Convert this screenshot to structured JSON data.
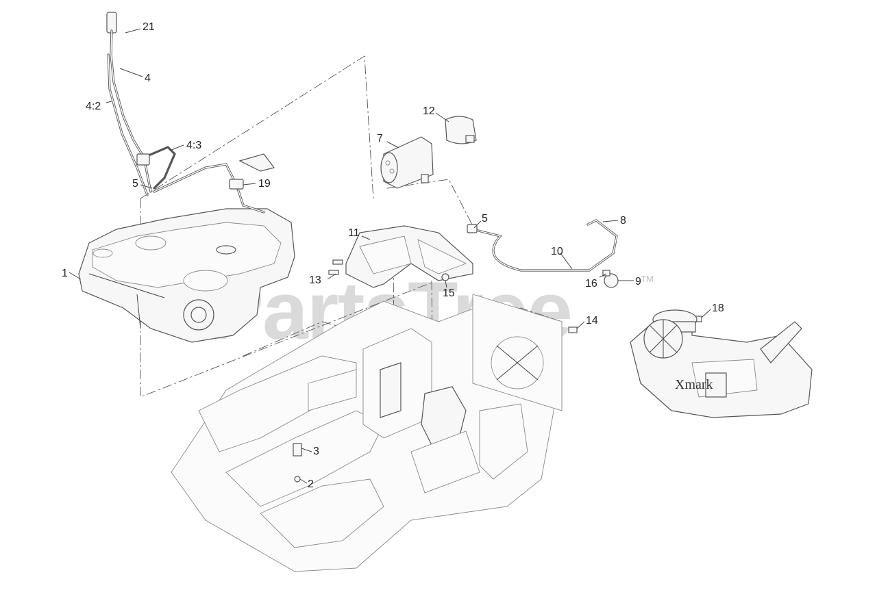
{
  "watermark": {
    "text": "PartsTree",
    "tm": "TM"
  },
  "engine_brand": "Xmark",
  "callouts": [
    {
      "id": "c21",
      "label": "21"
    },
    {
      "id": "c4",
      "label": "4"
    },
    {
      "id": "c4-2",
      "label": "4:2"
    },
    {
      "id": "c4-3",
      "label": "4:3"
    },
    {
      "id": "c5a",
      "label": "5"
    },
    {
      "id": "c19",
      "label": "19"
    },
    {
      "id": "c12",
      "label": "12"
    },
    {
      "id": "c7",
      "label": "7"
    },
    {
      "id": "c5b",
      "label": "5"
    },
    {
      "id": "c8",
      "label": "8"
    },
    {
      "id": "c11",
      "label": "11"
    },
    {
      "id": "c10",
      "label": "10"
    },
    {
      "id": "c1",
      "label": "1"
    },
    {
      "id": "c13",
      "label": "13"
    },
    {
      "id": "c15",
      "label": "15"
    },
    {
      "id": "c16",
      "label": "16"
    },
    {
      "id": "c9",
      "label": "9"
    },
    {
      "id": "c18",
      "label": "18"
    },
    {
      "id": "c14",
      "label": "14"
    },
    {
      "id": "c3",
      "label": "3"
    },
    {
      "id": "c2",
      "label": "2"
    }
  ]
}
